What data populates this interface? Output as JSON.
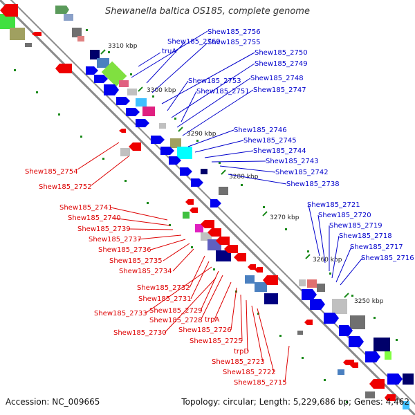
{
  "title": "Shewanella baltica OS185, complete genome",
  "accession_text": "Accession: NC_009665",
  "topology_text": "Topology: circular; Length: 5,229,686 bp; Genes: 4,462",
  "colors": {
    "forward_label": "#0000cc",
    "reverse_label": "#dd0000",
    "tick": "#1a8a1a",
    "backbone": "#8a8a8a"
  },
  "bp_ticks": [
    {
      "label": "3310 kbp"
    },
    {
      "label": "3300 kbp"
    },
    {
      "label": "3290 kbp"
    },
    {
      "label": "3280 kbp"
    },
    {
      "label": "3270 kbp"
    },
    {
      "label": "3260 kbp"
    },
    {
      "label": "3250 kbp"
    }
  ],
  "forward_labels": [
    "Shew185_2756",
    "truA",
    "Shew185_2760",
    "Shew185_2755",
    "Shew185_2750",
    "Shew185_2749",
    "Shew185_2748",
    "Shew185_2753",
    "Shew185_2747",
    "Shew185_2751",
    "Shew185_2746",
    "Shew185_2745",
    "Shew185_2744",
    "Shew185_2743",
    "Shew185_2742",
    "Shew185_2738",
    "Shew185_2721",
    "Shew185_2720",
    "Shew185_2719",
    "Shew185_2718",
    "Shew185_2717",
    "Shew185_2716"
  ],
  "reverse_labels": [
    "Shew185_2754",
    "Shew185_2752",
    "Shew185_2741",
    "Shew185_2740",
    "Shew185_2739",
    "Shew185_2737",
    "Shew185_2736",
    "Shew185_2735",
    "Shew185_2734",
    "Shew185_2732",
    "Shew185_2731",
    "Shew185_2733",
    "Shew185_2729",
    "Shew185_2728",
    "trpA",
    "Shew185_2730",
    "Shew185_2726",
    "Shew185_2725",
    "trpD",
    "Shew185_2723",
    "Shew185_2722",
    "Shew185_2715"
  ]
}
